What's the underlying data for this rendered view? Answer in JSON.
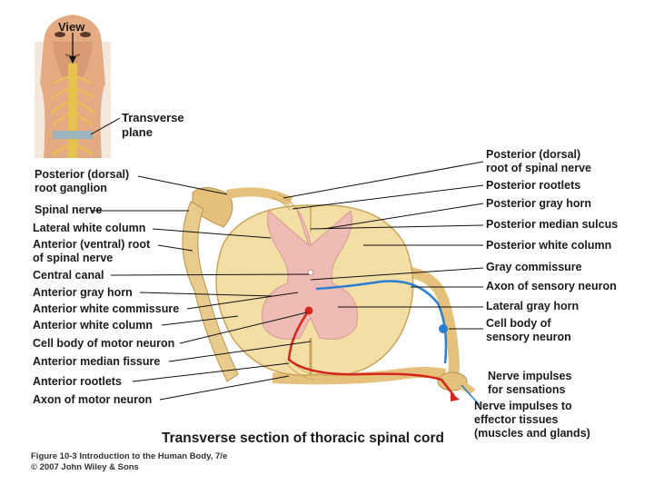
{
  "inset": {
    "view_label": "View",
    "plane_label_line1": "Transverse",
    "plane_label_line2": "plane"
  },
  "left_labels": [
    {
      "id": "posterior-root-ganglion",
      "lines": [
        "Posterior (dorsal)",
        "root ganglion"
      ]
    },
    {
      "id": "spinal-nerve",
      "lines": [
        "Spinal nerve"
      ]
    },
    {
      "id": "lateral-white-column",
      "lines": [
        "Lateral white column"
      ]
    },
    {
      "id": "anterior-root",
      "lines": [
        "Anterior (ventral) root",
        "of spinal nerve"
      ]
    },
    {
      "id": "central-canal",
      "lines": [
        "Central canal"
      ]
    },
    {
      "id": "anterior-gray-horn",
      "lines": [
        "Anterior gray horn"
      ]
    },
    {
      "id": "anterior-white-commissure",
      "lines": [
        "Anterior white commissure"
      ]
    },
    {
      "id": "anterior-white-column",
      "lines": [
        "Anterior white column"
      ]
    },
    {
      "id": "motor-neuron-body",
      "lines": [
        "Cell body of motor neuron"
      ]
    },
    {
      "id": "anterior-median-fissure",
      "lines": [
        "Anterior median fissure"
      ]
    },
    {
      "id": "anterior-rootlets",
      "lines": [
        "Anterior rootlets"
      ]
    },
    {
      "id": "motor-axon",
      "lines": [
        "Axon of motor neuron"
      ]
    }
  ],
  "right_labels": [
    {
      "id": "posterior-root",
      "lines": [
        "Posterior (dorsal)",
        "root of spinal nerve"
      ]
    },
    {
      "id": "posterior-rootlets",
      "lines": [
        "Posterior rootlets"
      ]
    },
    {
      "id": "posterior-gray-horn",
      "lines": [
        "Posterior gray horn"
      ]
    },
    {
      "id": "posterior-median-sulcus",
      "lines": [
        "Posterior median sulcus"
      ]
    },
    {
      "id": "posterior-white-column",
      "lines": [
        "Posterior white column"
      ]
    },
    {
      "id": "gray-commissure",
      "lines": [
        "Gray commissure"
      ]
    },
    {
      "id": "sensory-axon",
      "lines": [
        "Axon of sensory neuron"
      ]
    },
    {
      "id": "lateral-gray-horn",
      "lines": [
        "Lateral gray horn"
      ]
    },
    {
      "id": "sensory-neuron-body",
      "lines": [
        "Cell body of",
        "sensory neuron"
      ]
    },
    {
      "id": "impulses-sensations",
      "lines": [
        "Nerve impulses",
        "for sensations"
      ]
    },
    {
      "id": "impulses-effectors",
      "lines": [
        "Nerve impulses to",
        "effector tissues",
        "(muscles and glands)"
      ]
    }
  ],
  "caption": "Transverse section of thoracic spinal cord",
  "credit_line1": "Figure 10-3  Introduction to the Human Body, 7/e",
  "credit_line2": "© 2007 John Wiley & Sons",
  "colors": {
    "white_matter": "#f3dfa6",
    "white_matter_edge": "#c9a45a",
    "gray_matter": "#eebcb4",
    "nerve": "#e8c98a",
    "sensory_path": "#2a7fd1",
    "motor_path": "#d4261e",
    "skin": "#e9b48e"
  }
}
